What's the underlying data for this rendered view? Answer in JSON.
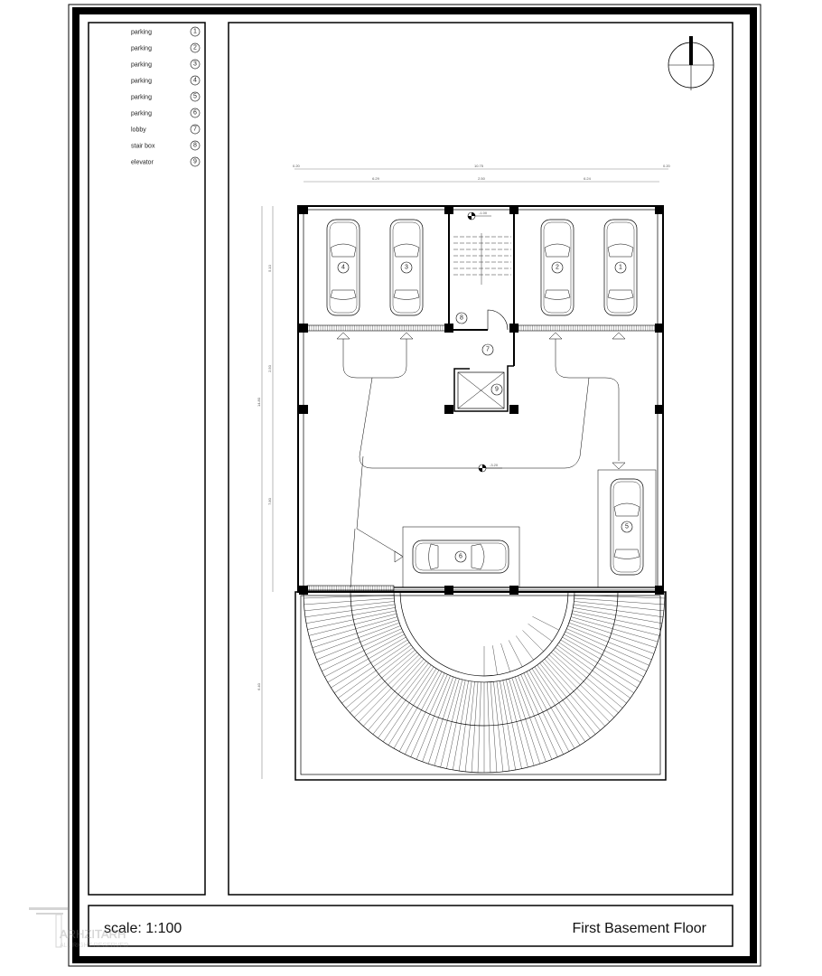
{
  "legend": [
    {
      "label": "parking",
      "num": "1"
    },
    {
      "label": "parking",
      "num": "2"
    },
    {
      "label": "parking",
      "num": "3"
    },
    {
      "label": "parking",
      "num": "4"
    },
    {
      "label": "parking",
      "num": "5"
    },
    {
      "label": "parking",
      "num": "6"
    },
    {
      "label": "lobby",
      "num": "7"
    },
    {
      "label": "stair box",
      "num": "8"
    },
    {
      "label": "elevator",
      "num": "9"
    }
  ],
  "title_block": {
    "scale": "scale: 1:100",
    "sheet_title": "First Basement Floor"
  },
  "dimensions": {
    "overall_width": "10.75",
    "left_bay": "6.29",
    "middle_bay": "2.50",
    "right_bay": "6.24",
    "edge_left": "0.20",
    "edge_right": "0.20",
    "overall_depth": "14.80",
    "v1": "5.10",
    "v2": "2.50",
    "v3": "7.80",
    "v4": "6.40"
  },
  "levels": {
    "stair": "-1.00",
    "floor": "-3.20"
  },
  "plan_labels": {
    "lobby": "7",
    "stair_box": "8",
    "elevator": "9"
  },
  "cars": [
    {
      "num": "4"
    },
    {
      "num": "3"
    },
    {
      "num": "2"
    },
    {
      "num": "1"
    },
    {
      "num": "5"
    },
    {
      "num": "6"
    }
  ],
  "watermark": {
    "brand": "ARHZITARH",
    "note": "ALL RIGHT RESERVED"
  }
}
